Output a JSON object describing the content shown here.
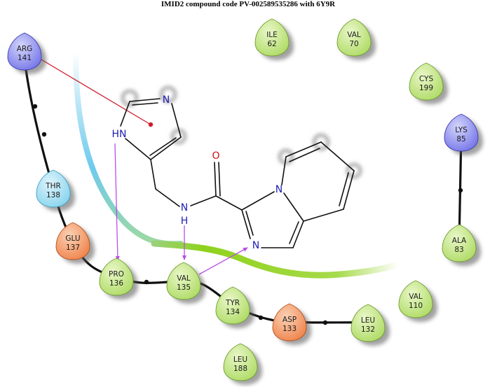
{
  "title": "IMID2 compound code PV-002589535286 with 6Y9R",
  "colors": {
    "hydrophobic": "#a8d85a",
    "hydrophobic_light": "#e9f7c8",
    "basic": "#6b6be6",
    "basic_light": "#d4d6fb",
    "acidic": "#ee7a40",
    "acidic_light": "#fbd2b5",
    "polar": "#7fd0ec",
    "polar_light": "#def4fb",
    "hbond": "#b84ee6",
    "pication": "#d01c2c",
    "backbone": "#111111",
    "pocket_green": "#8fd21c",
    "pocket_blue": "#6fcaee",
    "bond": "#111111",
    "nitrogen": "#1e1eb4",
    "oxygen": "#cc1010"
  },
  "residues": [
    {
      "id": "arg141",
      "name": "ARG",
      "num": "141",
      "type": "basic"
    },
    {
      "id": "ile62",
      "name": "ILE",
      "num": "62",
      "type": "hydrophobic"
    },
    {
      "id": "val70",
      "name": "VAL",
      "num": "70",
      "type": "hydrophobic"
    },
    {
      "id": "cys199",
      "name": "CYS",
      "num": "199",
      "type": "hydrophobic"
    },
    {
      "id": "lys85",
      "name": "LYS",
      "num": "85",
      "type": "basic"
    },
    {
      "id": "thr138",
      "name": "THR",
      "num": "138",
      "type": "polar"
    },
    {
      "id": "glu137",
      "name": "GLU",
      "num": "137",
      "type": "acidic"
    },
    {
      "id": "pro136",
      "name": "PRO",
      "num": "136",
      "type": "hydrophobic"
    },
    {
      "id": "val135",
      "name": "VAL",
      "num": "135",
      "type": "hydrophobic"
    },
    {
      "id": "tyr134",
      "name": "TYR",
      "num": "134",
      "type": "hydrophobic"
    },
    {
      "id": "asp133",
      "name": "ASP",
      "num": "133",
      "type": "acidic"
    },
    {
      "id": "leu132",
      "name": "LEU",
      "num": "132",
      "type": "hydrophobic"
    },
    {
      "id": "val110",
      "name": "VAL",
      "num": "110",
      "type": "hydrophobic"
    },
    {
      "id": "ala83",
      "name": "ALA",
      "num": "83",
      "type": "hydrophobic"
    },
    {
      "id": "leu188",
      "name": "LEU",
      "num": "188",
      "type": "hydrophobic"
    }
  ],
  "atoms": {
    "n_imidazole_top": "N",
    "nh_imidazole": "HN",
    "oxygen": "O",
    "amide_n": "N",
    "amide_h": "H",
    "n_bridge": "N",
    "n_imine": "N"
  }
}
